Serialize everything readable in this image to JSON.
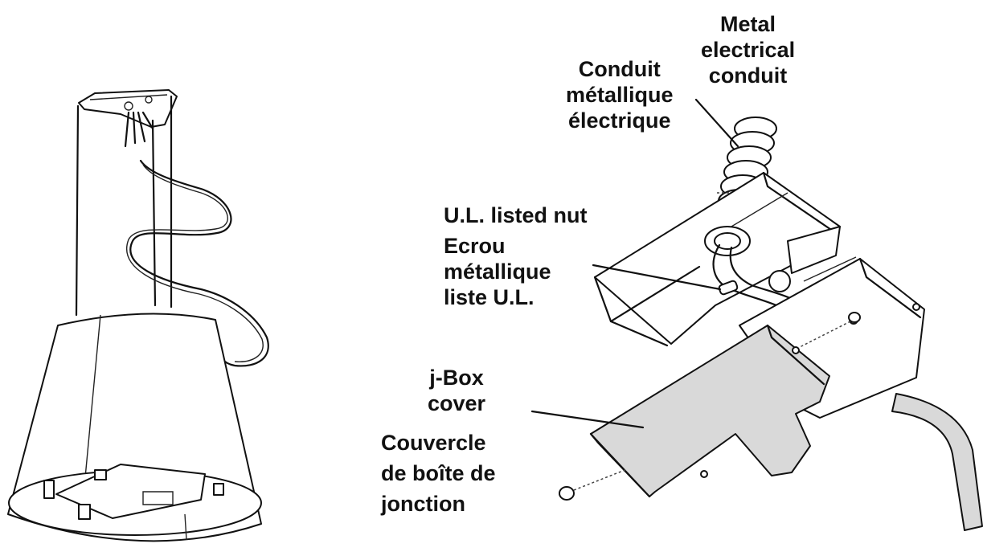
{
  "labels": {
    "metal_conduit_en": [
      "Metal",
      "electrical",
      "conduit"
    ],
    "metal_conduit_fr": [
      "Conduit",
      "métallique",
      "électrique"
    ],
    "nut_en": "U.L. listed nut",
    "nut_fr": [
      "Ecrou",
      "métallique",
      "liste U.L."
    ],
    "jbox_en": [
      "j-Box",
      "cover"
    ],
    "jbox_fr": [
      "Couvercle",
      "de boîte de",
      "jonction"
    ]
  }
}
